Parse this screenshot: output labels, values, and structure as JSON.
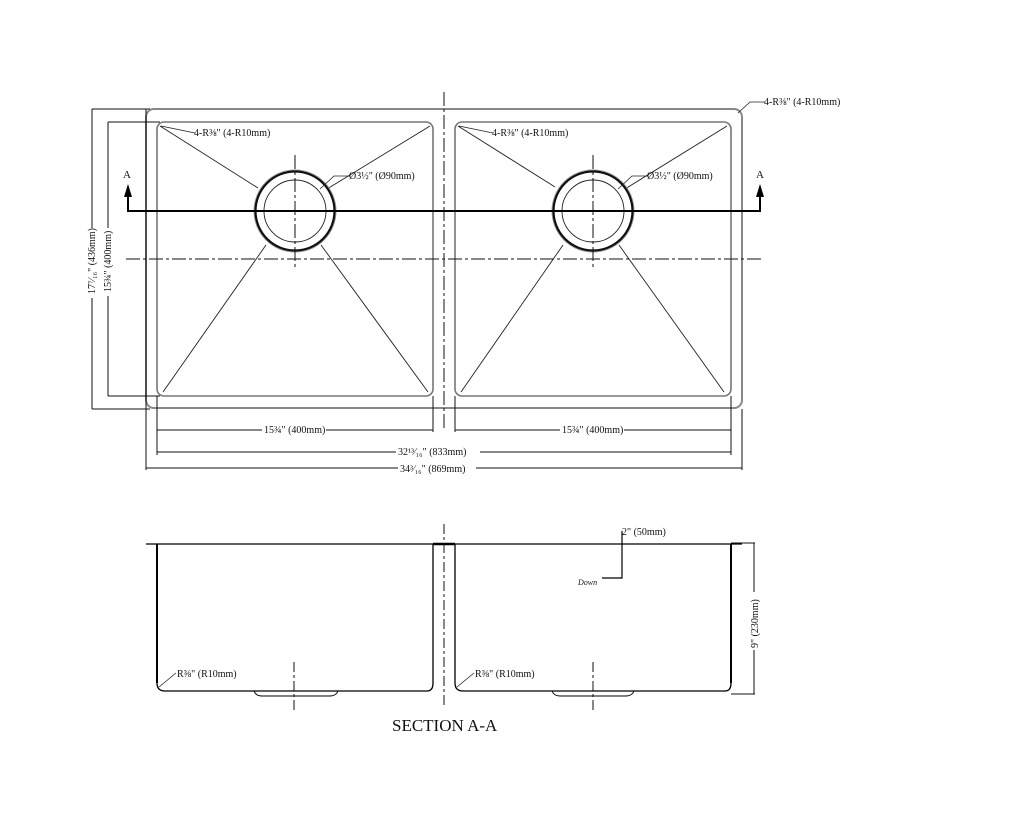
{
  "drawing": {
    "type": "Double bowl undermount sink technical drawing",
    "plan_view": {
      "outer_corner_radius": "4-R⅜\" (4-R10mm)",
      "left_bowl": {
        "corner_radius": "4-R⅜\" (4-R10mm)",
        "drain_diameter": "Ø3½\" (Ø90mm)",
        "width": "15¾\" (400mm)"
      },
      "right_bowl": {
        "corner_radius": "4-R⅜\" (4-R10mm)",
        "drain_diameter": "Ø3½\" (Ø90mm)",
        "width": "15¾\" (400mm)"
      },
      "overall_bowls_width": "32¹³⁄₁₆\" (833mm)",
      "overall_width": "34³⁄₁₆\" (869mm)",
      "overall_depth": "17⁷⁄₁₆\" (436mm)",
      "bowl_depth": "15¾\" (400mm)",
      "section_marker_left": "A",
      "section_marker_right": "A"
    },
    "section_view": {
      "title": "SECTION A-A",
      "left_corner_radius": "R⅜\" (R10mm)",
      "right_corner_radius": "R⅜\" (R10mm)",
      "slope_label": "2\" (50mm)",
      "slope_direction": "Down",
      "bowl_height": "9\" (230mm)"
    }
  }
}
